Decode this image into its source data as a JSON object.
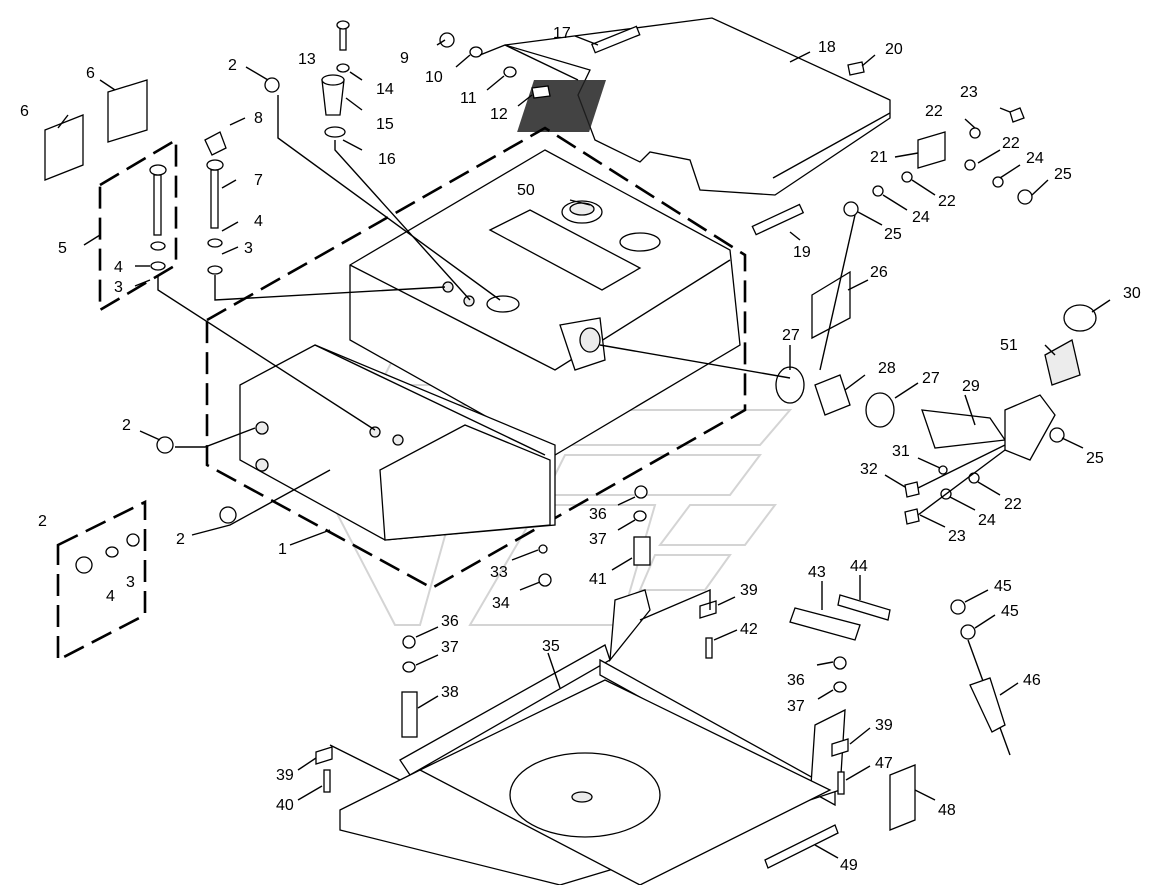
{
  "callouts": [
    {
      "id": "c1",
      "text": "1"
    },
    {
      "id": "c2a",
      "text": "2"
    },
    {
      "id": "c2b",
      "text": "2"
    },
    {
      "id": "c2c",
      "text": "2"
    },
    {
      "id": "c2d",
      "text": "2"
    },
    {
      "id": "c3a",
      "text": "3"
    },
    {
      "id": "c3b",
      "text": "3"
    },
    {
      "id": "c3c",
      "text": "3"
    },
    {
      "id": "c4a",
      "text": "4"
    },
    {
      "id": "c4b",
      "text": "4"
    },
    {
      "id": "c4c",
      "text": "4"
    },
    {
      "id": "c5",
      "text": "5"
    },
    {
      "id": "c6a",
      "text": "6"
    },
    {
      "id": "c6b",
      "text": "6"
    },
    {
      "id": "c7",
      "text": "7"
    },
    {
      "id": "c8",
      "text": "8"
    },
    {
      "id": "c9",
      "text": "9"
    },
    {
      "id": "c10",
      "text": "10"
    },
    {
      "id": "c11",
      "text": "11"
    },
    {
      "id": "c12",
      "text": "12"
    },
    {
      "id": "c13",
      "text": "13"
    },
    {
      "id": "c14",
      "text": "14"
    },
    {
      "id": "c15",
      "text": "15"
    },
    {
      "id": "c16",
      "text": "16"
    },
    {
      "id": "c17",
      "text": "17"
    },
    {
      "id": "c18",
      "text": "18"
    },
    {
      "id": "c19",
      "text": "19"
    },
    {
      "id": "c20",
      "text": "20"
    },
    {
      "id": "c21",
      "text": "21"
    },
    {
      "id": "c22a",
      "text": "22"
    },
    {
      "id": "c22b",
      "text": "22"
    },
    {
      "id": "c22c",
      "text": "22"
    },
    {
      "id": "c22d",
      "text": "22"
    },
    {
      "id": "c23a",
      "text": "23"
    },
    {
      "id": "c23b",
      "text": "23"
    },
    {
      "id": "c24a",
      "text": "24"
    },
    {
      "id": "c24b",
      "text": "24"
    },
    {
      "id": "c24c",
      "text": "24"
    },
    {
      "id": "c25a",
      "text": "25"
    },
    {
      "id": "c25b",
      "text": "25"
    },
    {
      "id": "c25c",
      "text": "25"
    },
    {
      "id": "c26",
      "text": "26"
    },
    {
      "id": "c27a",
      "text": "27"
    },
    {
      "id": "c27b",
      "text": "27"
    },
    {
      "id": "c28",
      "text": "28"
    },
    {
      "id": "c29",
      "text": "29"
    },
    {
      "id": "c30",
      "text": "30"
    },
    {
      "id": "c31",
      "text": "31"
    },
    {
      "id": "c32",
      "text": "32"
    },
    {
      "id": "c33",
      "text": "33"
    },
    {
      "id": "c34",
      "text": "34"
    },
    {
      "id": "c35",
      "text": "35"
    },
    {
      "id": "c36a",
      "text": "36"
    },
    {
      "id": "c36b",
      "text": "36"
    },
    {
      "id": "c36c",
      "text": "36"
    },
    {
      "id": "c37a",
      "text": "37"
    },
    {
      "id": "c37b",
      "text": "37"
    },
    {
      "id": "c37c",
      "text": "37"
    },
    {
      "id": "c38",
      "text": "38"
    },
    {
      "id": "c39a",
      "text": "39"
    },
    {
      "id": "c39b",
      "text": "39"
    },
    {
      "id": "c39c",
      "text": "39"
    },
    {
      "id": "c40",
      "text": "40"
    },
    {
      "id": "c41",
      "text": "41"
    },
    {
      "id": "c42",
      "text": "42"
    },
    {
      "id": "c43",
      "text": "43"
    },
    {
      "id": "c44",
      "text": "44"
    },
    {
      "id": "c45a",
      "text": "45"
    },
    {
      "id": "c45b",
      "text": "45"
    },
    {
      "id": "c46",
      "text": "46"
    },
    {
      "id": "c47",
      "text": "47"
    },
    {
      "id": "c48",
      "text": "48"
    },
    {
      "id": "c49",
      "text": "49"
    },
    {
      "id": "c50",
      "text": "50"
    },
    {
      "id": "c51",
      "text": "51"
    }
  ]
}
